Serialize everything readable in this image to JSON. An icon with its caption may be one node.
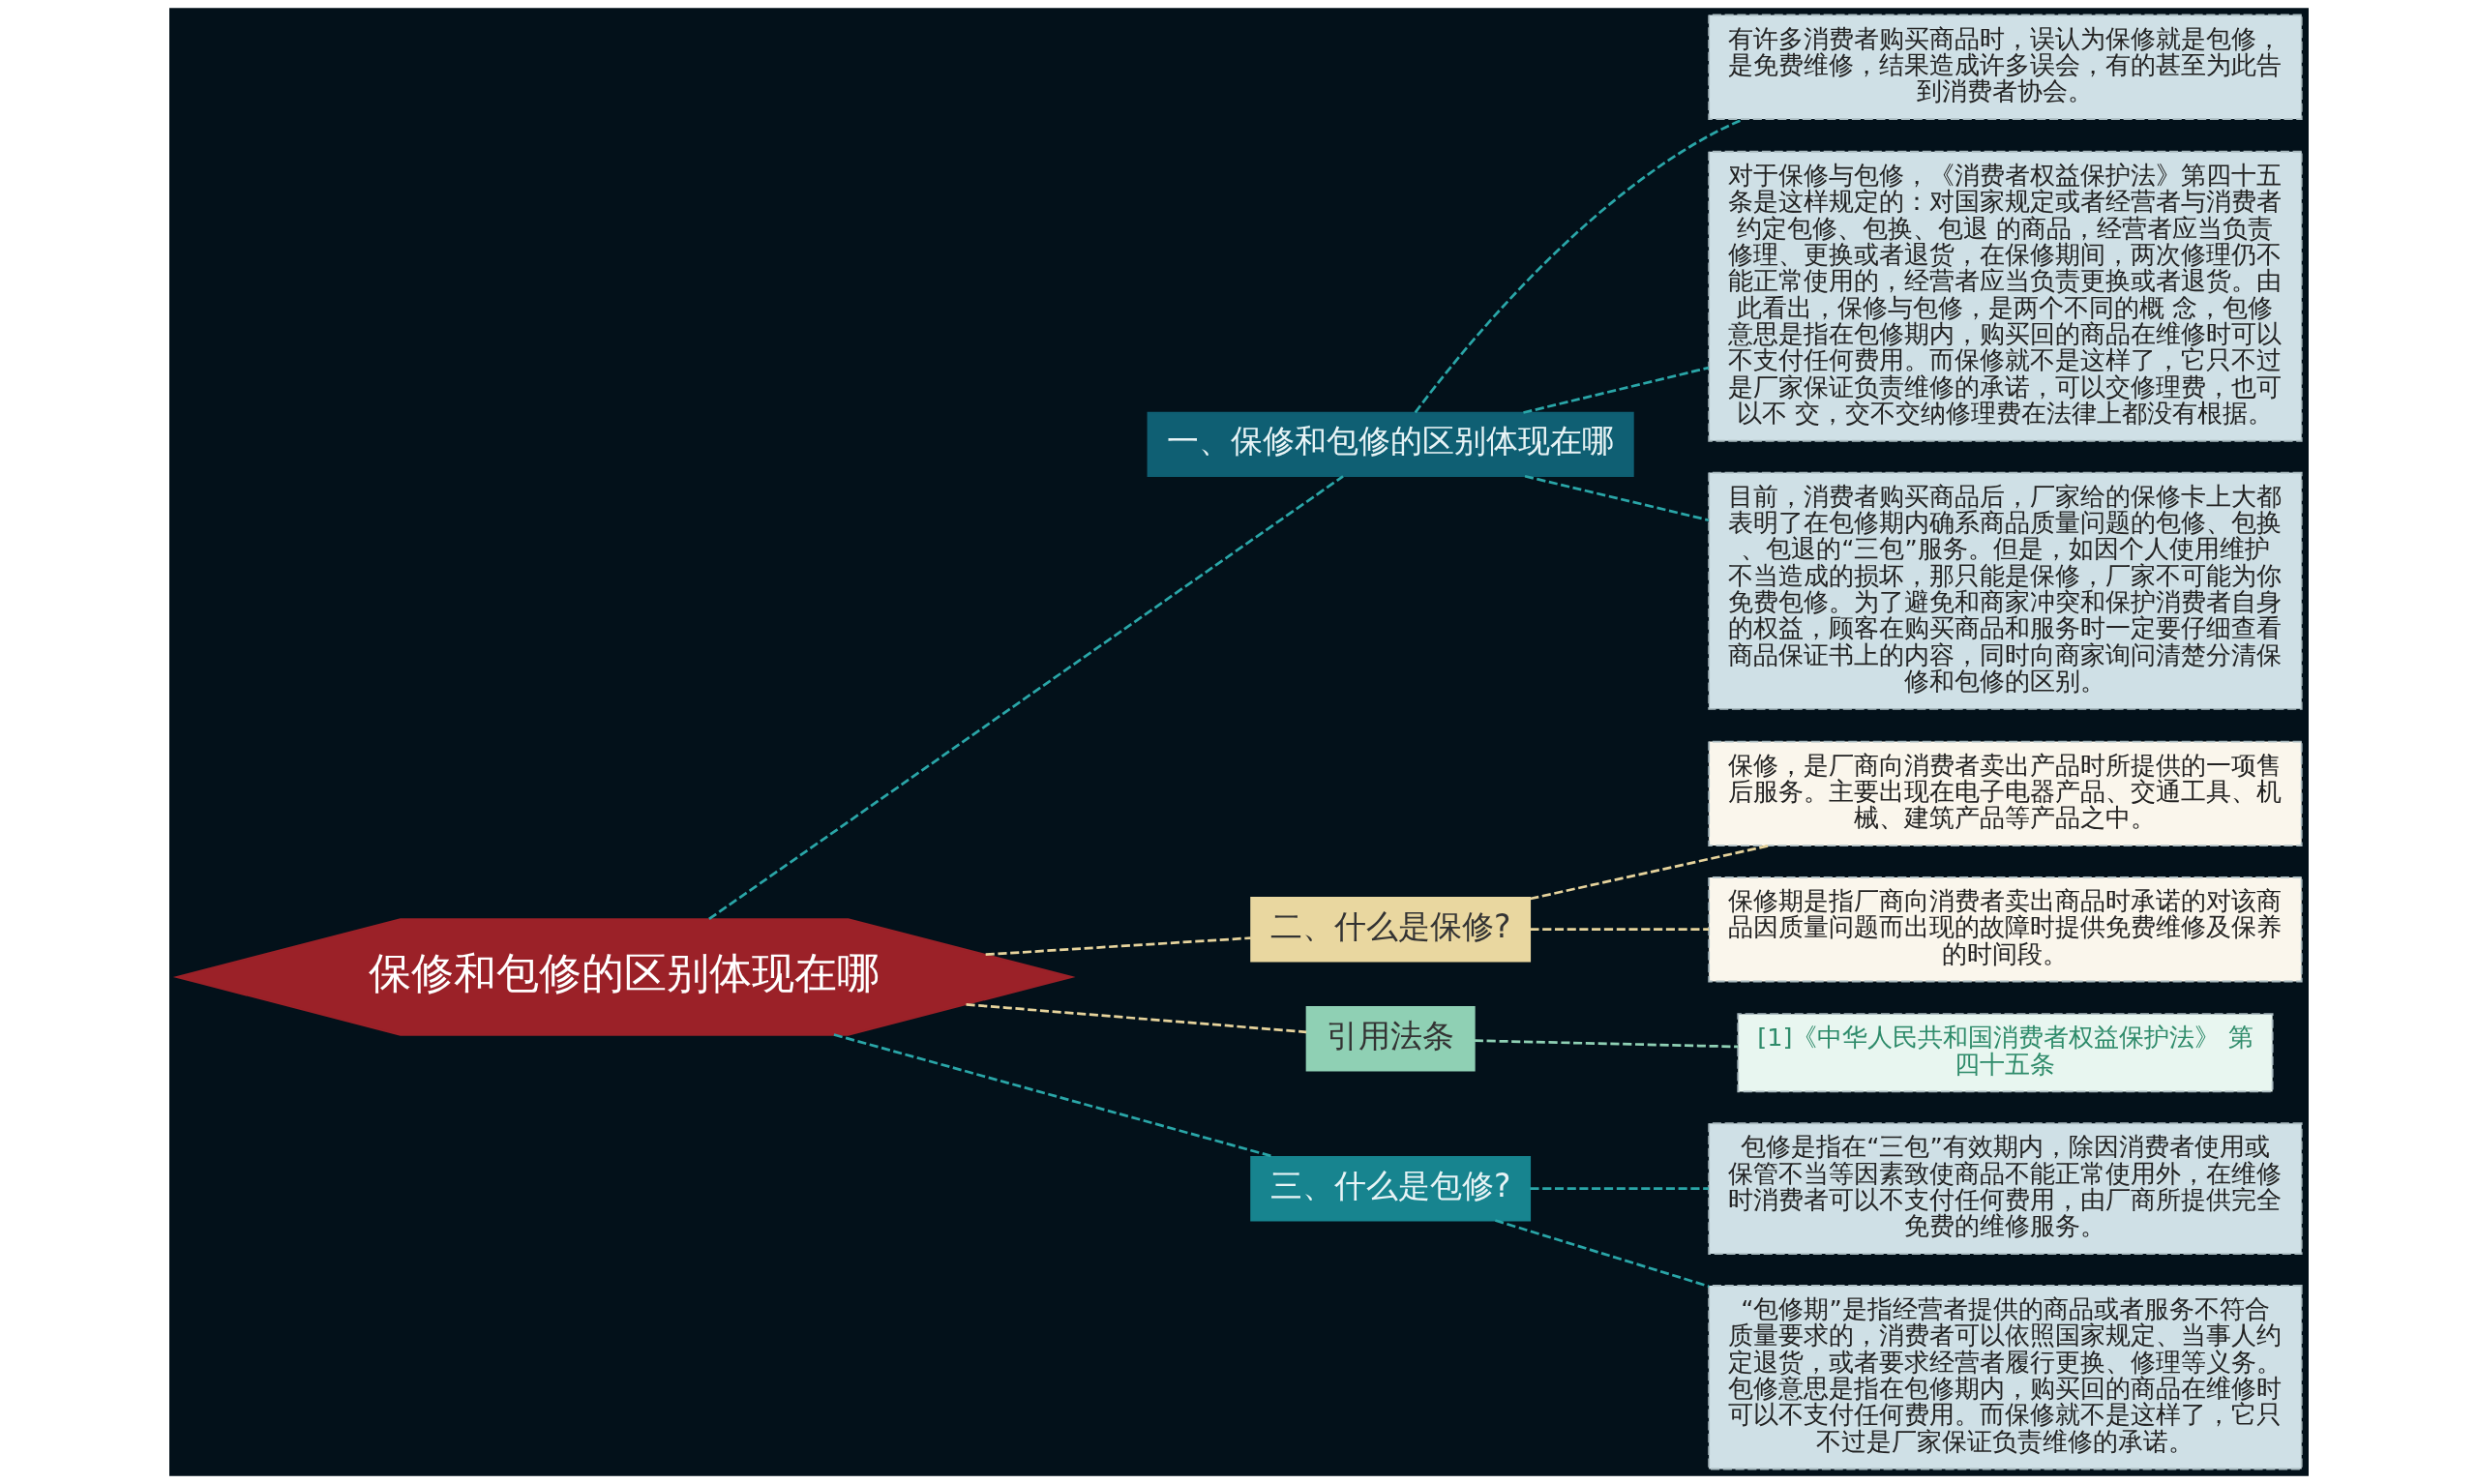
{
  "diagram": {
    "nodes": [
      {
        "text": [
          "保修和包修的区别体现在哪"
        ]
      },
      {
        "text": [
          "一、保修和包修的区别体现在哪"
        ]
      },
      {
        "text": [
          "有许多消费者购买商品时，误认为保修就是包修，是免费维修，结果造成许多误会，有的甚至为此告到消费者协会。"
        ]
      },
      {
        "text": [
          "对于保修与包修，《消费者权益保护法》第四十五条是这样规定的：对国家规定或者经营者与消费者约定包修、包换、包退 的商品，经营者应当负责修理、更换或者退货，在保修期间，两次修理仍不能正常使用的，经营者应当负责更换或者退货。由此看出，保修与包修，是两个不同的概 念，包修意思是指在包修期内，购买回的商品在维修时可以不支付任何费用。而保修就不是这样了，它只不过是厂家保证负责维修的承诺，可以交修理费，也可以不 交，交不交纳修理费在法律上都没有根据。"
        ]
      },
      {
        "text": [
          "目前，消费者购买商品后，厂家给的保修卡上大都表明了在包修期内确系商品质量问题的包修、包换、包退的“三包”服务。但是，如因个人使用维护不当造成的损坏，那只能是保修，厂家不可能为你免费包修。为了避免和商家冲突和保护消费者自身的权益，顾客在购买商品和服务时一定要仔细查看商品保证书上的内容，同时向商家询问清楚分清保修和包修的区别。"
        ]
      },
      {
        "text": [
          "二、什么是保修?"
        ]
      },
      {
        "text": [
          "保修，是厂商向消费者卖出产品时所提供的一项售后服务。主要出现在电子电器产品、交通工具、机械、建筑产品等产品之中。"
        ]
      },
      {
        "text": [
          "保修期是指厂商向消费者卖出商品时承诺的对该商品因质量问题而出现的故障时提供免费维修及保养的时间段。"
        ]
      },
      {
        "text": [
          "引用法条"
        ]
      },
      {
        "text": [
          "[1]《中华人民共和国消费者权益保护法》 第四十五条"
        ]
      },
      {
        "text": [
          "三、什么是包修?"
        ]
      },
      {
        "text": [
          "包修是指在“三包”有效期内，除因消费者使用或保管不当等因素致使商品不能正常使用外，在维修时消费者可以不支付任何费用，由厂商所提供完全免费的维修服务。"
        ]
      },
      {
        "text": [
          "“包修期”是指经营者提供的商品或者服务不符合质量要求的，消费者可以依照国家规定、当事人约定退货，或者要求经营者履行更换、修理等义务。包修意思是指在包修期内，购买回的商品在维修时可以不支付任何费用。而保修就不是这样了，它只不过是厂家保证负责维修的承诺。"
        ]
      }
    ],
    "edges": [
      {
        "from": 0,
        "to": 1,
        "arrow": "none",
        "style": "dashed"
      },
      {
        "from": 1,
        "to": 2,
        "arrow": "none",
        "style": "dashed"
      },
      {
        "from": 1,
        "to": 3,
        "arrow": "none",
        "style": "dashed"
      },
      {
        "from": 1,
        "to": 4,
        "arrow": "none",
        "style": "dashed"
      },
      {
        "from": 0,
        "to": 5,
        "arrow": "none",
        "style": "dashed",
        "color": "#e6d39c"
      },
      {
        "from": 5,
        "to": 6,
        "arrow": "none",
        "style": "dashed",
        "color": "#e6d39c"
      },
      {
        "from": 5,
        "to": 7,
        "arrow": "none",
        "style": "dashed",
        "color": "#e6d39c"
      },
      {
        "from": 0,
        "to": 8,
        "arrow": "none",
        "style": "dashed",
        "color": "#e6d39c"
      },
      {
        "from": 8,
        "to": 9,
        "arrow": "none",
        "style": "dashed",
        "color": "#8fd0b4"
      },
      {
        "from": 0,
        "to": 10,
        "arrow": "none",
        "style": "dashed"
      },
      {
        "from": 10,
        "to": 11,
        "arrow": "none",
        "style": "dashed"
      },
      {
        "from": 10,
        "to": 12,
        "arrow": "none",
        "style": "dashed"
      }
    ]
  }
}
